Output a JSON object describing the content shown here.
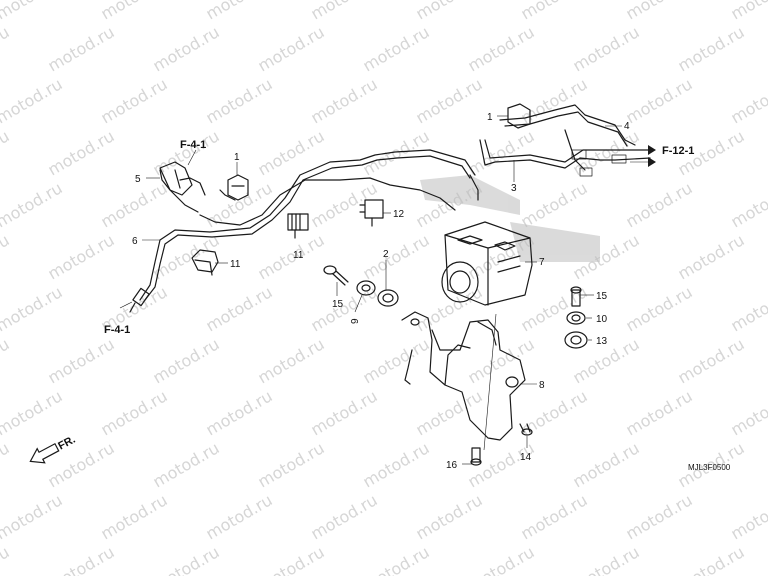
{
  "watermark": "motod.ru",
  "diagram_code": "MJL3F0500",
  "front_label": "FR.",
  "references": {
    "f41_top": "F-4-1",
    "f41_bottom": "F-4-1",
    "f121": "F-12-1"
  },
  "callouts": [
    {
      "id": "c1a",
      "text": "1"
    },
    {
      "id": "c1b",
      "text": "1"
    },
    {
      "id": "c2",
      "text": "2"
    },
    {
      "id": "c3",
      "text": "3"
    },
    {
      "id": "c4",
      "text": "4"
    },
    {
      "id": "c5",
      "text": "5"
    },
    {
      "id": "c6",
      "text": "6"
    },
    {
      "id": "c7",
      "text": "7"
    },
    {
      "id": "c8",
      "text": "8"
    },
    {
      "id": "c9",
      "text": "9"
    },
    {
      "id": "c10",
      "text": "10"
    },
    {
      "id": "c11",
      "text": "11"
    },
    {
      "id": "c12",
      "text": "12"
    },
    {
      "id": "c13",
      "text": "13"
    },
    {
      "id": "c14",
      "text": "14"
    },
    {
      "id": "c15a",
      "text": "15"
    },
    {
      "id": "c15b",
      "text": "15"
    },
    {
      "id": "c16",
      "text": "16"
    }
  ]
}
